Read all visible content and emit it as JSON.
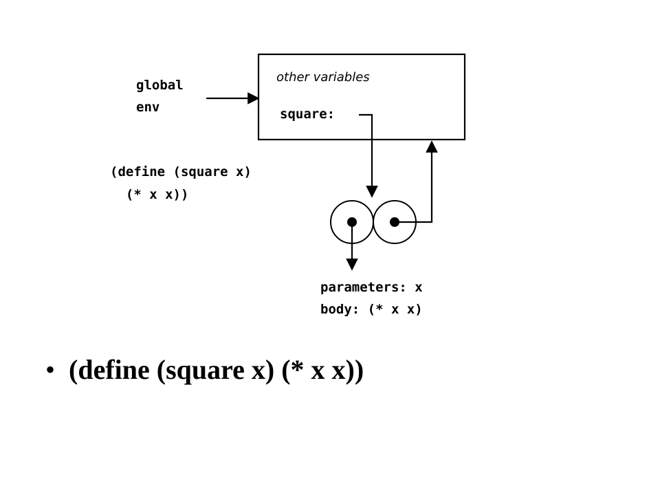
{
  "diagram": {
    "global_env_label": [
      "global",
      "env"
    ],
    "frame_other_variables": "other variables",
    "frame_binding_label": "square:",
    "define_code": [
      "(define (square x)",
      "  (* x x))"
    ],
    "procedure_text": [
      "parameters: x",
      "body: (* x x)"
    ]
  },
  "bullet": {
    "symbol": "•",
    "text": "(define (square x) (* x x))"
  }
}
